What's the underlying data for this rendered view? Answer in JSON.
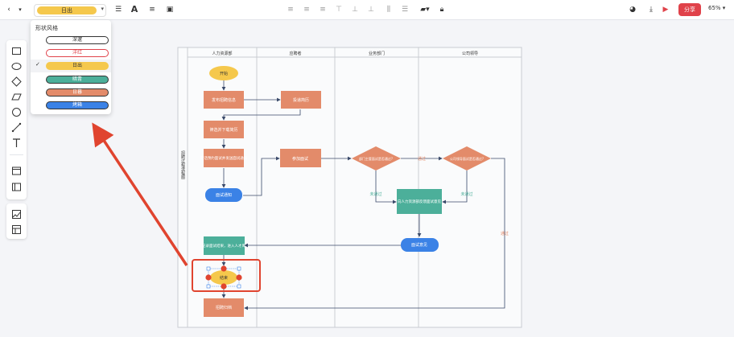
{
  "toolbar": {
    "style_selected": "日出",
    "share_label": "分享",
    "zoom_level": "65%",
    "share_color": "#e0424a"
  },
  "style_dropdown": {
    "title": "形状风格",
    "options": [
      {
        "label": "深邃",
        "fill": "#ffffff",
        "stroke": "#333333",
        "text": "#333333",
        "selected": false
      },
      {
        "label": "洋红",
        "fill": "#ffffff",
        "stroke": "#e0424a",
        "text": "#e0424a",
        "selected": false
      },
      {
        "label": "日出",
        "fill": "#f5c84c",
        "stroke": "#f5c84c",
        "text": "#333333",
        "selected": true
      },
      {
        "label": "暗青",
        "fill": "#4caf9a",
        "stroke": "#4caf9a",
        "text": "#ffffff",
        "selected": false
      },
      {
        "label": "日暮",
        "fill": "#e38b6a",
        "stroke": "#e38b6a",
        "text": "#ffffff",
        "selected": false
      },
      {
        "label": "烤箱",
        "fill": "#3b82e6",
        "stroke": "#3b82e6",
        "text": "#ffffff",
        "selected": false
      }
    ]
  },
  "diagram": {
    "side_label": "招聘过程流程图",
    "lanes": [
      "人力资源部",
      "应聘者",
      "业务部门",
      "公司领导"
    ],
    "nodes": {
      "start": "开始",
      "publish": "发布招聘信息",
      "submit": "投递简历",
      "screen": "筛选并下载简历",
      "notify": "电话预约面试并发送面试通知",
      "confirm": "面试通知",
      "attend": "参加面试",
      "dept_review": "部门主管面试是否通过?",
      "leader_review": "公司领导面试是否通过?",
      "feedback": "向人力资源部反馈面试意见",
      "result": "面试意见",
      "record": "记录面试结果，进入人才库",
      "end": "结束",
      "archive": "招聘归档"
    },
    "edge_labels": {
      "pass1": "通过",
      "fail1": "未通过",
      "fail2": "未通过",
      "pass2": "通过"
    }
  }
}
